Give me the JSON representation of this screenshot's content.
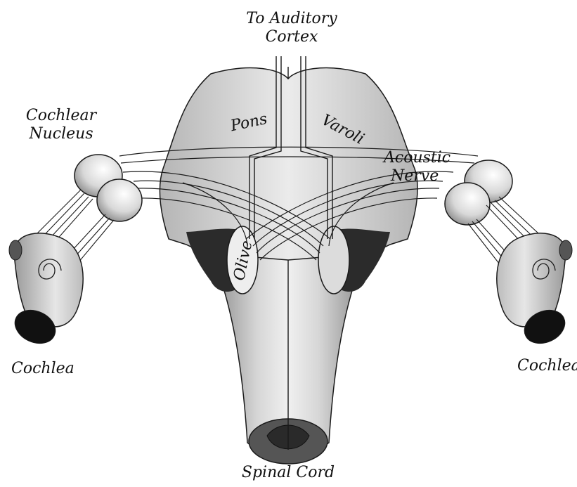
{
  "labels": {
    "to_auditory_cortex_line1": "To Auditory",
    "to_auditory_cortex_line2": "Cortex",
    "cochlear_nucleus_line1": "Cochlear",
    "cochlear_nucleus_line2": "Nucleus",
    "pons": "Pons",
    "varoli": "Varoli",
    "acoustic_nerve_line1": "Acoustic",
    "acoustic_nerve_line2": "Nerve",
    "olive": "Olive",
    "cochlea_left": "Cochlea",
    "cochlea_right": "Cochlea",
    "spinal_cord": "Spinal Cord"
  },
  "colors": {
    "outline": "#1a1a1a",
    "pons_fill": "#e2e2e2",
    "cord_fill": "#c8c8c8",
    "nucleus_fill": "#e8e8e8",
    "cochlea_fill": "#d8d8d8",
    "dark": "#111111"
  }
}
